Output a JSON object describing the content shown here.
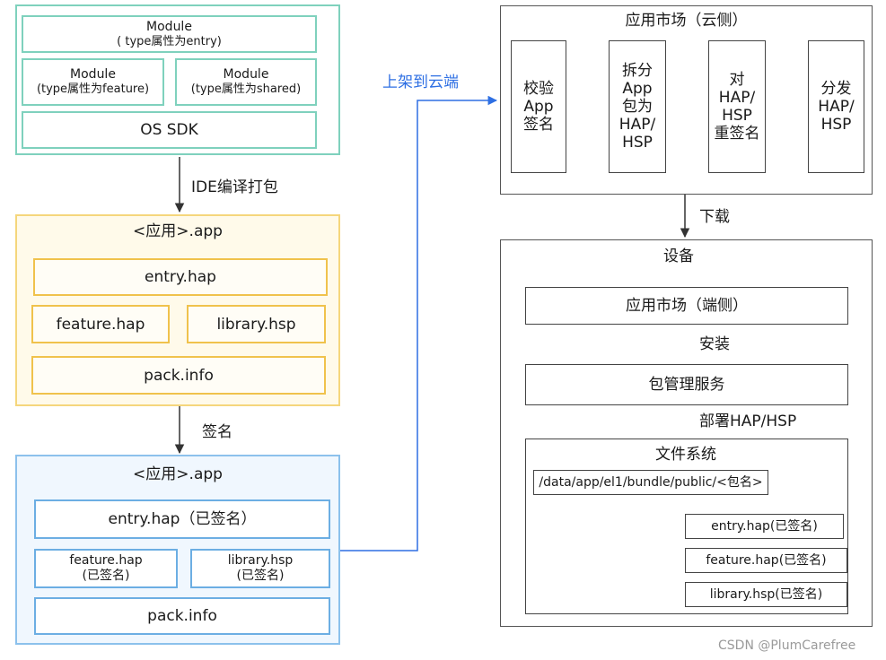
{
  "source": {
    "module_entry": {
      "title": "Module",
      "subtitle": "( type属性为entry)"
    },
    "module_feature": {
      "title": "Module",
      "subtitle": "(type属性为feature)"
    },
    "module_shared": {
      "title": "Module",
      "subtitle": "(type属性为shared)"
    },
    "os_sdk": "OS SDK"
  },
  "step_compile": "IDE编译打包",
  "app_unsigned": {
    "title": "<应用>.app",
    "entry": "entry.hap",
    "feature": "feature.hap",
    "library": "library.hsp",
    "pack": "pack.info"
  },
  "step_sign": "签名",
  "app_signed": {
    "title": "<应用>.app",
    "entry": "entry.hap（已签名）",
    "feature_name": "feature.hap",
    "feature_note": "(已签名)",
    "library_name": "library.hsp",
    "library_note": "(已签名)",
    "pack": "pack.info"
  },
  "step_publish": "上架到云端",
  "cloud": {
    "title": "应用市场（云侧）",
    "steps": [
      [
        "校验",
        "App",
        "签名"
      ],
      [
        "拆分",
        "App",
        "包为",
        "HAP/",
        "HSP"
      ],
      [
        "对",
        "HAP/",
        "HSP",
        "重签名"
      ],
      [
        "分发",
        "HAP/",
        "HSP"
      ]
    ]
  },
  "step_download": "下载",
  "device": {
    "title": "设备",
    "market": "应用市场（端侧）",
    "step_install": "安装",
    "bms": "包管理服务",
    "step_deploy": "部署HAP/HSP",
    "fs_title": "文件系统",
    "path": "/data/app/el1/bundle/public/<包名>",
    "files": [
      "entry.hap(已签名)",
      "feature.hap(已签名)",
      "library.hsp(已签名)"
    ]
  },
  "watermark": "CSDN @PlumCarefree",
  "colors": {
    "teal": "#7fd1bd",
    "yellow": "#f0c24c",
    "blue": "#6caee3",
    "publish_line": "#2e6fe3",
    "gray": "#444444"
  }
}
